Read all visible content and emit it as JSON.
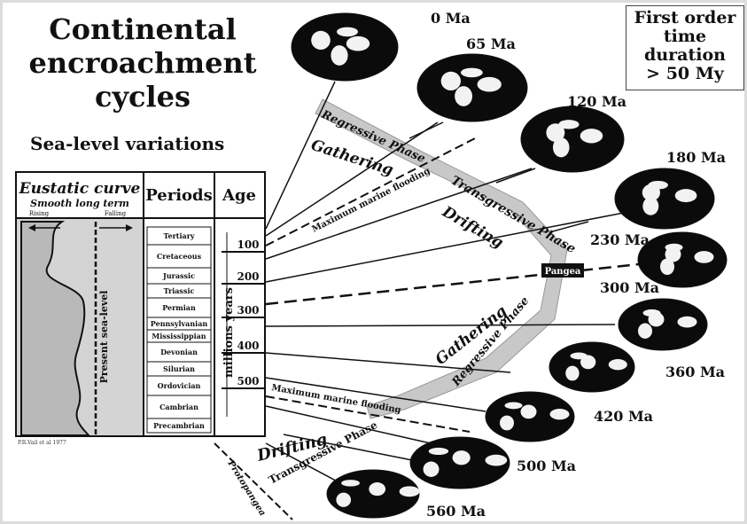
{
  "title": {
    "line1": "Continental",
    "line2": "encroachment",
    "line3": "cycles"
  },
  "subtitle": "Sea-level variations",
  "duration_box": {
    "line1": "First order",
    "line2": "time",
    "line3": "duration",
    "line4": "> 50 My"
  },
  "table": {
    "eustatic_header": "Eustatic curve",
    "eustatic_sub": "Smooth long term",
    "rising": "Rising",
    "falling": "Falling",
    "present_sea_level": "Present sea-level",
    "periods_header": "Periods",
    "age_header": "Age",
    "periods": [
      "Tertiary",
      "Cretaceous",
      "Jurassic",
      "Triassic",
      "Permian",
      "Pennsylvanian",
      "Mississippian",
      "Devonian",
      "Silurian",
      "Ordovician",
      "Cambrian",
      "Precambrian"
    ],
    "age_ticks": [
      "100",
      "200",
      "300",
      "400",
      "500"
    ],
    "age_axis_label": "millions years",
    "credit": "P.R.Vail et al 1977"
  },
  "phases": {
    "regressive_top": "Regressive Phase",
    "gathering_top": "Gathering",
    "max_flooding_top": "Maximum marine flooding",
    "transgressive_top": "Transgressive Phase",
    "drifting_top": "Drifting",
    "pangea": "Pangea",
    "gathering_bottom": "Gathering",
    "regressive_bottom": "Regressive Phase",
    "max_flooding_bottom": "Maximum marine flooding",
    "drifting_bottom": "Drifting",
    "transgressive_bottom": "Transgressive Phase",
    "protopangea": "Protopangea"
  },
  "globes": [
    "0 Ma",
    "65 Ma",
    "120 Ma",
    "180 Ma",
    "230 Ma",
    "300 Ma",
    "360 Ma",
    "420 Ma",
    "500 Ma",
    "560 Ma"
  ],
  "colors": {
    "ink": "#111111",
    "band": "#c8c8c8",
    "curve_fill": "#cfcfcf",
    "ocean": "#0b0b0b",
    "land": "#f2f2f2"
  }
}
